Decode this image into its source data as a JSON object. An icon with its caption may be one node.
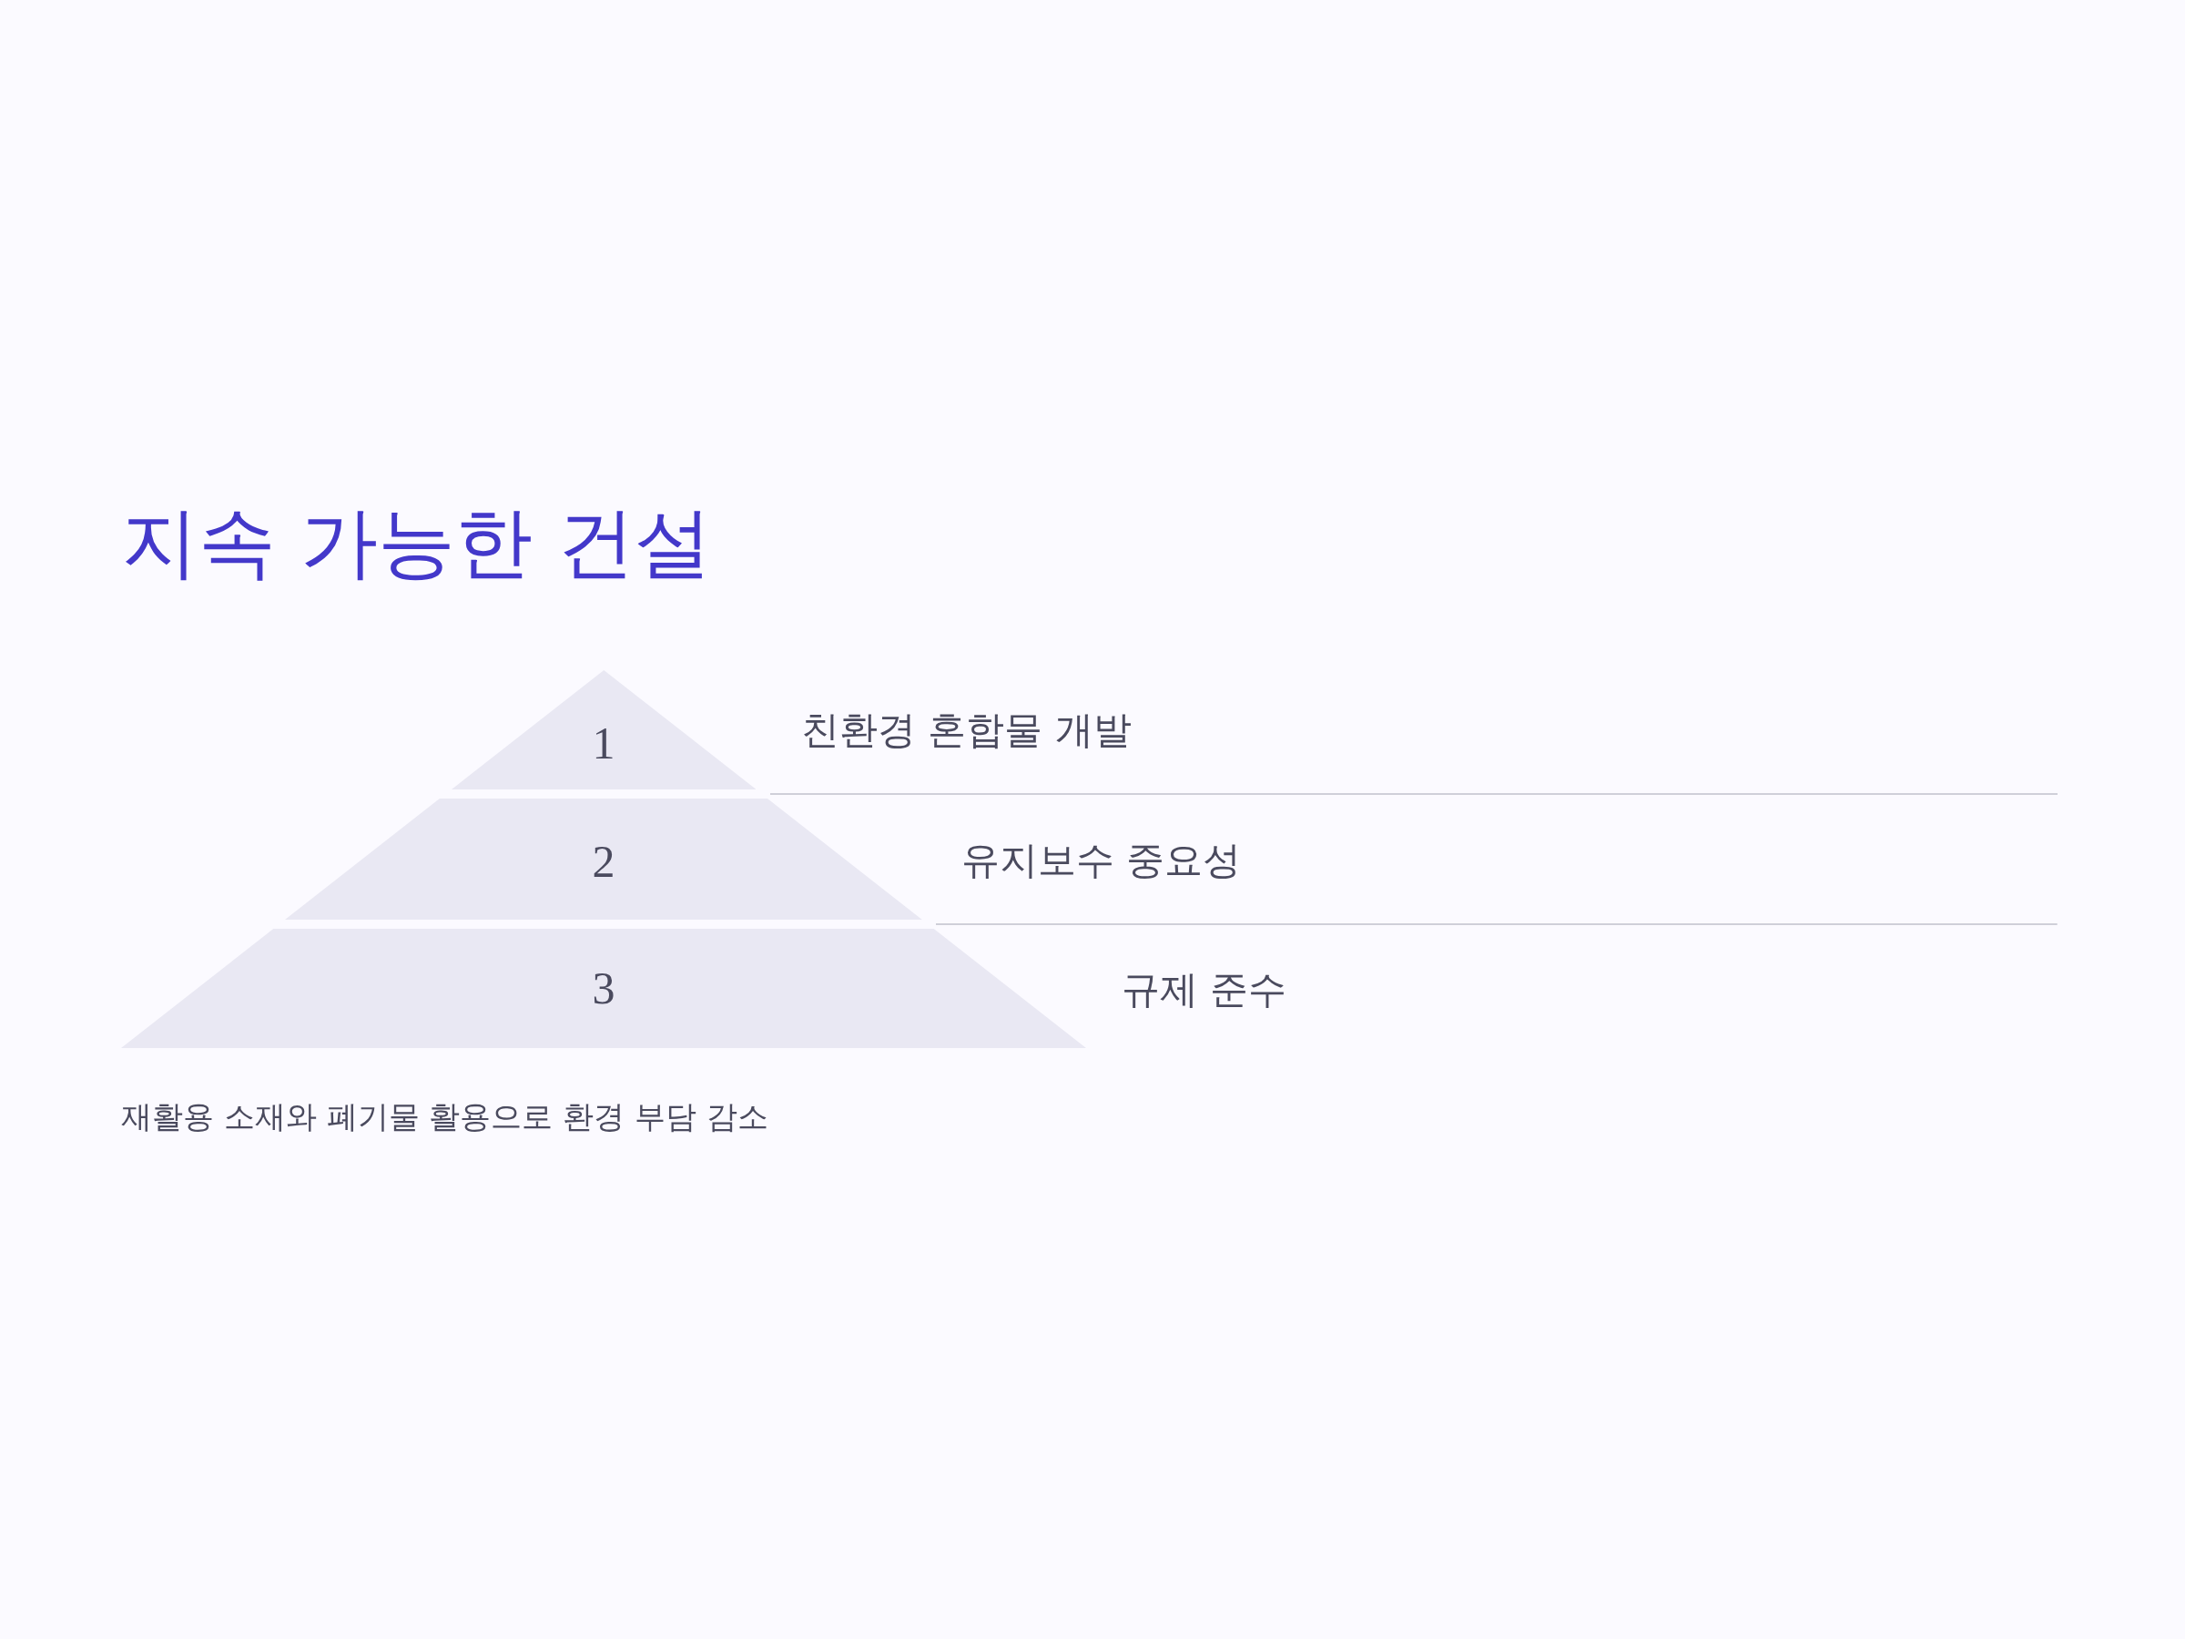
{
  "diagram": {
    "title": "지속 가능한 건설",
    "caption": "재활용 소재와 폐기물 활용으로 환경 부담 감소",
    "nodes": [
      {
        "text": [
          "1"
        ],
        "beside": [
          "친환경 혼합물 개발"
        ]
      },
      {
        "text": [
          "2"
        ],
        "beside": [
          "유지보수 중요성"
        ]
      },
      {
        "text": [
          "3"
        ],
        "beside": [
          "규제 준수"
        ]
      }
    ]
  }
}
